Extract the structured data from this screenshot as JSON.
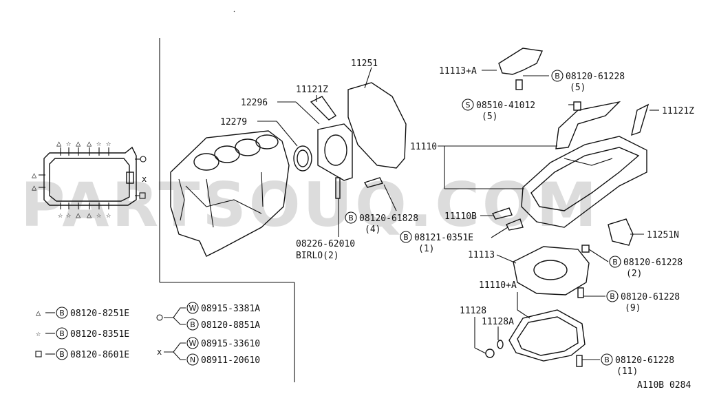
{
  "watermark": "PARTSOUQ.COM",
  "diagram_code": "A110B 0284",
  "parts": {
    "p11121Z_left": "11121Z",
    "p11251": "11251",
    "p12296": "12296",
    "p12279": "12279",
    "p11113A": "11113+A",
    "p08120_61228_a": "08120-61228",
    "qty5_a": "(5)",
    "p08510_41012": "08510-41012",
    "qty5_b": "(5)",
    "p11121Z_right": "11121Z",
    "p11110": "11110",
    "p08120_61828": "08120-61828",
    "qty4": "(4)",
    "p11110B": "11110B",
    "p08226_62010": "08226-62010",
    "birlo2": "BIRLO(2)",
    "p08121_0351E": "08121-0351E",
    "qty1": "(1)",
    "p11251N": "11251N",
    "p11113": "11113",
    "p08120_61228_b": "08120-61228",
    "qty2": "(2)",
    "p11110A": "11110+A",
    "p08120_61228_c": "08120-61228",
    "qty9": "(9)",
    "p11128": "11128",
    "p11128A": "11128A",
    "p08120_61228_d": "08120-61228",
    "qty11": "(11)"
  },
  "legend": {
    "tri": "08120-8251E",
    "star": "08120-8351E",
    "square": "08120-8601E",
    "circle_w": "08915-3381A",
    "circle_b": "08120-8851A",
    "x_w": "08915-33610",
    "x_n": "08911-20610"
  },
  "glyphs": {
    "B": "B",
    "S": "S",
    "W": "W",
    "N": "N",
    "x_mark": "X",
    "x_mark2": "x"
  }
}
